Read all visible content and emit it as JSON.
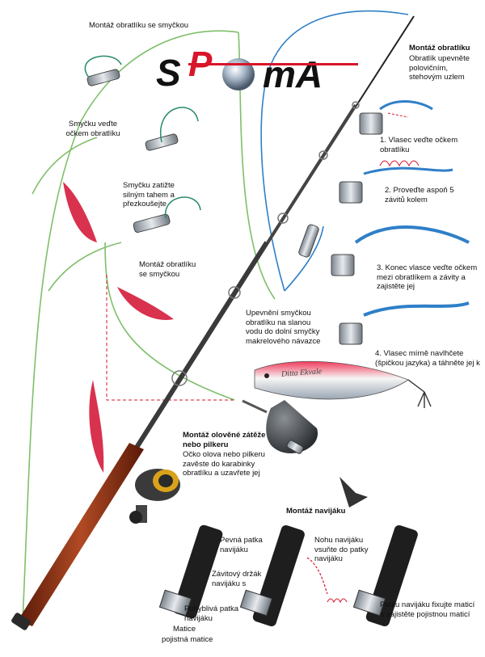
{
  "logo": {
    "text_left": "S",
    "text_p": "P",
    "text_right": "mA",
    "colors": {
      "red": "#d8152a",
      "ball": "#a8b8c8",
      "black": "#111111"
    }
  },
  "loop_assembly": {
    "title": "Montáž obratlíku se smyčkou",
    "step1": "Smyčku veďte očkem obratlíku",
    "step2": "Smyčku zatižte silným tahem a přezkoušejte",
    "step3": "Montáž obratlíku se smyčkou"
  },
  "swivel_mount": {
    "title": "Montáž obratlíku",
    "intro": "Obratlík upevněte polovičním, stehovým uzlem",
    "steps": [
      "1. Vlasec veďte očkem obratlíku",
      "2. Proveďte aspoň 5 závitů kolem",
      "3. Konec vlasce veďte očkem mezi obratlíkem a závity a zajistěte jej",
      "4. Vlasec mírně navlhčete (špičkou jazyka) a táhněte jej k"
    ]
  },
  "saltwater_note": "Upevnění smyčkou obratlíku na slanou vodu do dolní smyčky makrelového návazce",
  "lure_label": "Ditta Ekvale",
  "weight_mount": {
    "title": "Montáž olověné zátěže nebo pilkeru",
    "text": "Očko olova nebo pilkeru zavěste do karabinky obratlíku a uzavřete jej"
  },
  "reel_mount": {
    "title": "Montáž navijáku",
    "labels": {
      "fixed_foot": "Pevná patka navijáku",
      "screw_holder": "Závitový držák navijáku s",
      "movable_foot": "Pohyblivá patka navijáku",
      "nut": "Matice",
      "lock_nut": "pojistná matice",
      "foot_insert": "Nohu navijáku vsuňte do patky navijáku",
      "fix_text": "Patku navijáku fixujte maticí a zajistěte pojistnou maticí"
    }
  },
  "colors": {
    "line_green": "#7fbf6a",
    "line_blue": "#2f7fc8",
    "feather": "#d41c3c",
    "rod_brown": "#7a2a14",
    "metal": "#9aa3ab",
    "arrow_red": "#d8152a"
  }
}
